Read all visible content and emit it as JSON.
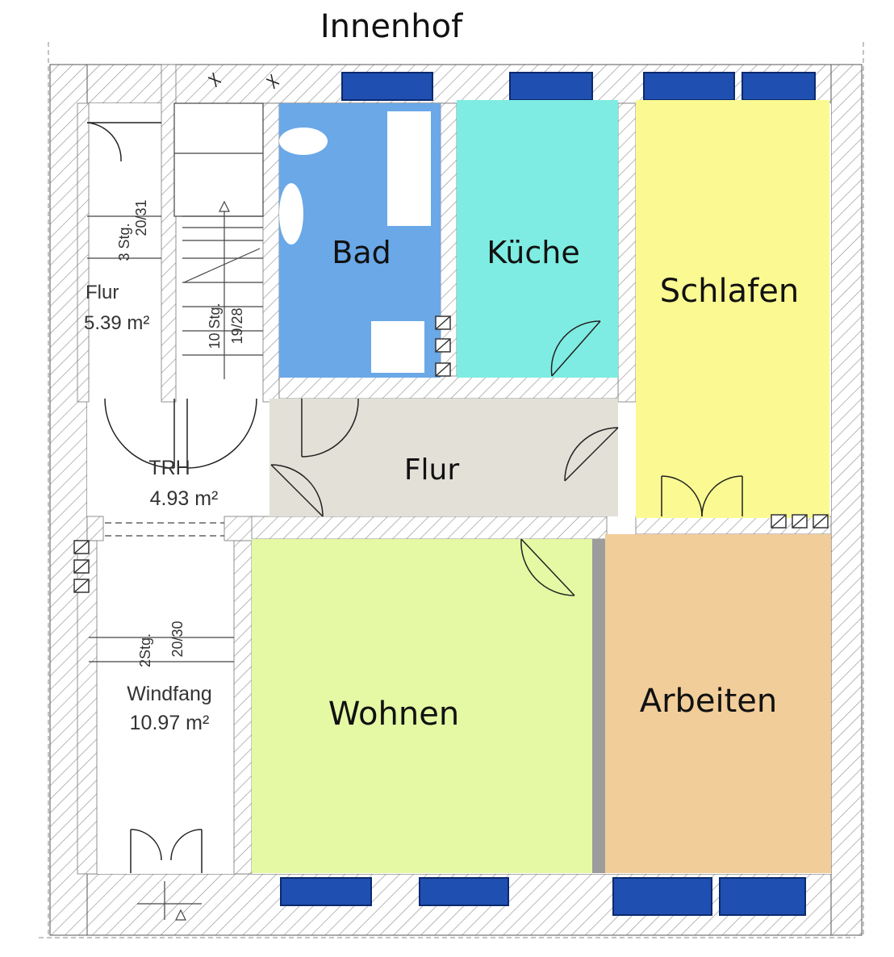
{
  "title": "Innenhof",
  "rooms": {
    "bad": {
      "label": "Bad",
      "color": "#6aa8e8"
    },
    "kueche": {
      "label": "Küche",
      "color": "#7eece2"
    },
    "schlafen": {
      "label": "Schlafen",
      "color": "#fbfa92"
    },
    "flur_center": {
      "label": "Flur",
      "color": "#e2e0d7"
    },
    "wohnen": {
      "label": "Wohnen",
      "color": "#e5f8a4"
    },
    "arbeiten": {
      "label": "Arbeiten",
      "color": "#f1cd9a"
    }
  },
  "annotations": {
    "flur_left_name": "Flur",
    "flur_left_area": "5.39 m²",
    "trh_name": "TRH",
    "trh_area": "4.93 m²",
    "windfang_name": "Windfang",
    "windfang_area": "10.97 m²",
    "stair_upper_a": "3 Stg.",
    "stair_upper_b": "20/31",
    "stair_main_a": "10 Stg.",
    "stair_main_b": "19/28",
    "stair_lower_a": "2Stg.",
    "stair_lower_b": "20/30"
  },
  "colors": {
    "window": "#1f4fb0",
    "wall_hatch": "#9a9a9a",
    "partition": "#9c9c9c"
  }
}
